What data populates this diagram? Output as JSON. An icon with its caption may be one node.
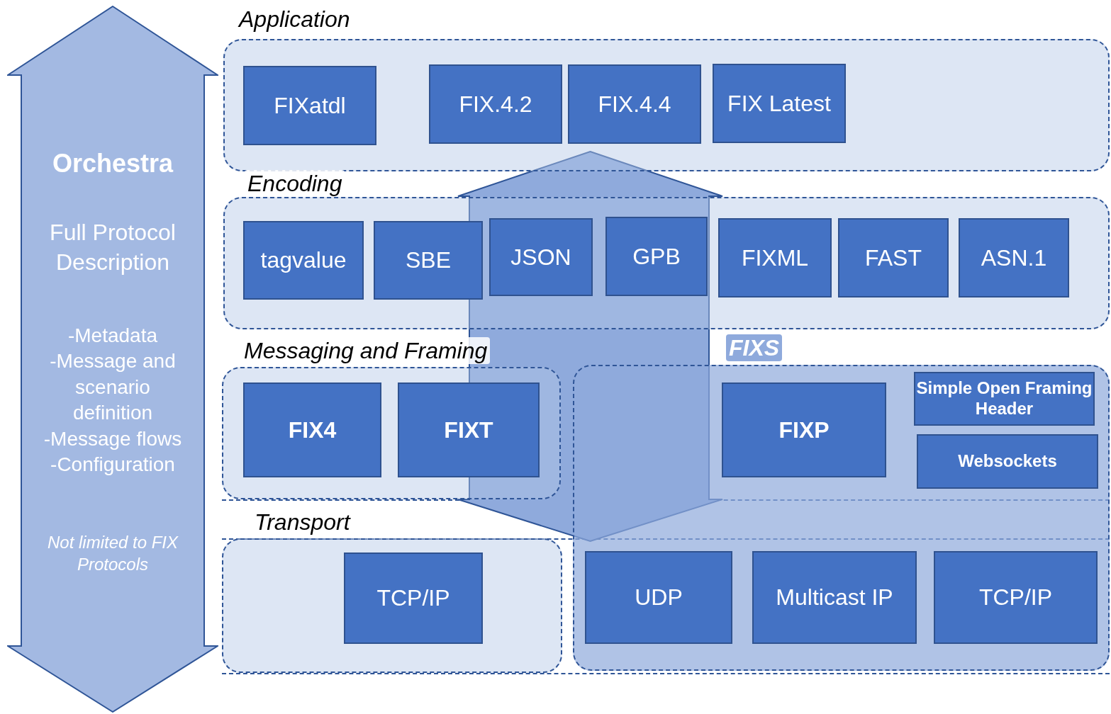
{
  "diagram": {
    "nodes": [
      {
        "text": [
          "Orchestra",
          "Full Protocol Description",
          "-Metadata -Message and scenario definition -Message flows -Configuration",
          "Not limited to FIX Protocols"
        ]
      },
      {
        "text": [
          "Application"
        ]
      },
      {
        "text": [
          "FIXatdl"
        ],
        "in": 1
      },
      {
        "text": [
          "FIX.4.2"
        ],
        "in": 1
      },
      {
        "text": [
          "FIX.4.4"
        ],
        "in": 1
      },
      {
        "text": [
          "FIX Latest"
        ],
        "in": 1
      },
      {
        "text": [
          "Encoding"
        ]
      },
      {
        "text": [
          "tagvalue"
        ],
        "in": 6
      },
      {
        "text": [
          "SBE"
        ],
        "in": 6
      },
      {
        "text": [
          "JSON"
        ]
      },
      {
        "text": [
          "GPB"
        ]
      },
      {
        "text": [
          "FIXML"
        ],
        "in": 6
      },
      {
        "text": [
          "FAST"
        ],
        "in": 6
      },
      {
        "text": [
          "ASN.1"
        ],
        "in": 6
      },
      {
        "text": [
          "Messaging and Framing"
        ]
      },
      {
        "text": [
          "FIX4"
        ],
        "in": 14
      },
      {
        "text": [
          "FIXT"
        ],
        "in": 14
      },
      {
        "text": [
          "FIXS"
        ]
      },
      {
        "text": [
          "FIXP"
        ],
        "in": 17
      },
      {
        "text": [
          "Simple Open Framing Header"
        ],
        "in": 17
      },
      {
        "text": [
          "Websockets"
        ],
        "in": 17
      },
      {
        "text": [
          "UDP"
        ],
        "in": 17
      },
      {
        "text": [
          "Multicast IP"
        ],
        "in": 17
      },
      {
        "text": [
          "TCP/IP"
        ],
        "in": 17
      },
      {
        "text": [
          "Transport"
        ]
      },
      {
        "text": [
          "TCP/IP"
        ],
        "in": 24
      },
      {
        "text": [],
        "shape": "arrow"
      }
    ]
  }
}
